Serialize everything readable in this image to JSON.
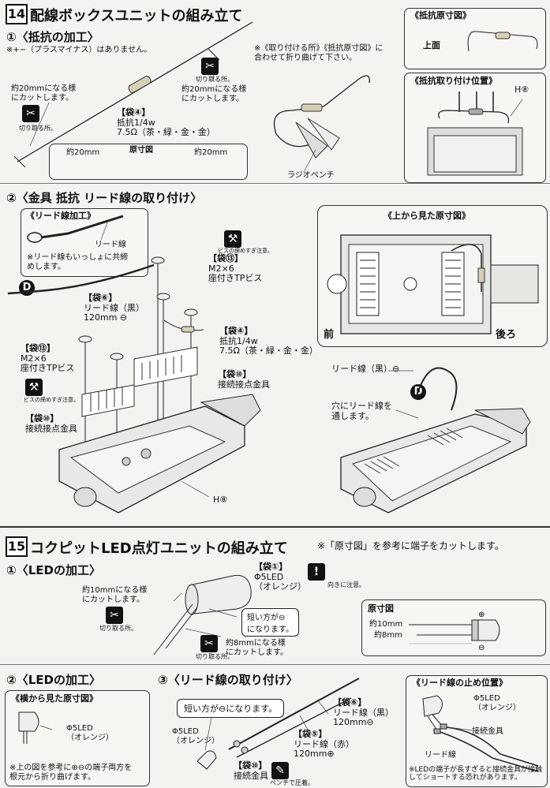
{
  "step14": {
    "number": "14",
    "title": "配線ボックスユニットの組み立て",
    "part1": {
      "heading": "①〈抵抗の加工〉",
      "note_polarity": "※+−（プラスマイナス）はありません。",
      "cut_left": [
        "約20mmになる様",
        "にカットします。"
      ],
      "cut_right": [
        "約20mmになる様",
        "にカットします。"
      ],
      "cut_icon_label": "切り取る所。",
      "bag_label": "【袋④】",
      "resistor_spec": [
        "抵抗1/4w",
        "7.5Ω（茶・緑・金・金）"
      ],
      "full_size_label": "原寸図",
      "dim_left": "約20mm",
      "dim_right": "約20mm",
      "bend_note": [
        "※《取り付ける所》《抵抗原寸図》に",
        "合わせて折り曲げて下さい。"
      ],
      "pliers_label": "ラジオペンチ"
    },
    "inset_resistor": {
      "title": "《抵抗原寸図》",
      "top_label": "上面"
    },
    "inset_position": {
      "title": "《抵抗取り付け位置》",
      "ref": "H⑧"
    },
    "part2": {
      "heading": "②〈金具 抵抗 リード線の取り付け〉",
      "lead_box": {
        "title": "《リード線加工》",
        "label": "リード線",
        "note": [
          "※リード線もいっしょに共締",
          "めします。"
        ]
      },
      "marker_d": "D",
      "lead_black": [
        "【袋⑥】",
        "リード線（黒）",
        "120mm ⊖"
      ],
      "screw_top": [
        "【袋⑬】",
        "M2×6",
        "座付きTPビス"
      ],
      "screw_left": [
        "【袋⑬】",
        "M2×6",
        "座付きTPビス"
      ],
      "screw_icon_label": "ビスの締めすぎ注意。",
      "resistor_small": [
        "【袋④】",
        "抵抗1/4w",
        "7.5Ω（茶・緑・金・金）"
      ],
      "contact_right": [
        "【袋⑩】",
        "接続接点金具"
      ],
      "contact_left": [
        "【袋⑩】",
        "接続接点金具"
      ],
      "ref": "H⑧"
    },
    "top_view": {
      "title": "《上から見た原寸図》",
      "front": "前",
      "rear": "後ろ"
    },
    "wire_route": {
      "lead_label": "リード線（黒）⊖",
      "marker_d": "D",
      "hole_note": [
        "穴にリード線を",
        "通します。"
      ]
    }
  },
  "step15": {
    "number": "15",
    "title": "コクピットLED点灯ユニットの組み立て",
    "ref_note": "※「原寸図」を参考に端子をカットします。",
    "part1": {
      "heading": "①〈LEDの加工〉",
      "bag": [
        "【袋①】",
        "Φ5LED",
        "（オレンジ）"
      ],
      "warn_label": "向きに注意。",
      "cut_10": [
        "約10mmになる様",
        "にカットします。"
      ],
      "cut_icon_label": "切り取る所。",
      "short_note": [
        "短い方が⊖",
        "になります。"
      ],
      "cut_8": [
        "約8mmになる様",
        "にカットします。"
      ],
      "cut_icon_label2": "切り取る所。",
      "full_size": {
        "title": "原寸図",
        "dim1": "約10mm",
        "dim2": "約8mm"
      }
    },
    "part2": {
      "heading": "②〈LEDの加工〉",
      "side_view_title": "《横から見た原寸図》",
      "led_label": [
        "Φ5LED",
        "（オレンジ）"
      ],
      "note": [
        "※上の図を参考に⊕⊖の端子両方を",
        "根元から折り曲げます。"
      ]
    },
    "part3": {
      "heading": "③〈リード線の取り付け〉",
      "short_note": "短い方が⊖になります。",
      "led_label": [
        "Φ5LED",
        "（オレンジ）"
      ],
      "lead_black": [
        "【袋⑥】",
        "リード線（黒）",
        "120mm⊖"
      ],
      "lead_red": [
        "【袋⑤】",
        "リード線（赤）",
        "120mm⊕"
      ],
      "contact": [
        "【袋⑩】",
        "接続金具"
      ],
      "pliers_label": "ペンチで圧着。"
    },
    "stop_position": {
      "title": "《リード線の止め位置》",
      "led_label": [
        "Φ5LED",
        "（オレンジ）"
      ],
      "contact_label": "接続金具",
      "lead_label": "リード線",
      "note": [
        "※LEDの端子が長すぎると接続金具が接触",
        "してショートする恐れがあります。"
      ]
    }
  }
}
